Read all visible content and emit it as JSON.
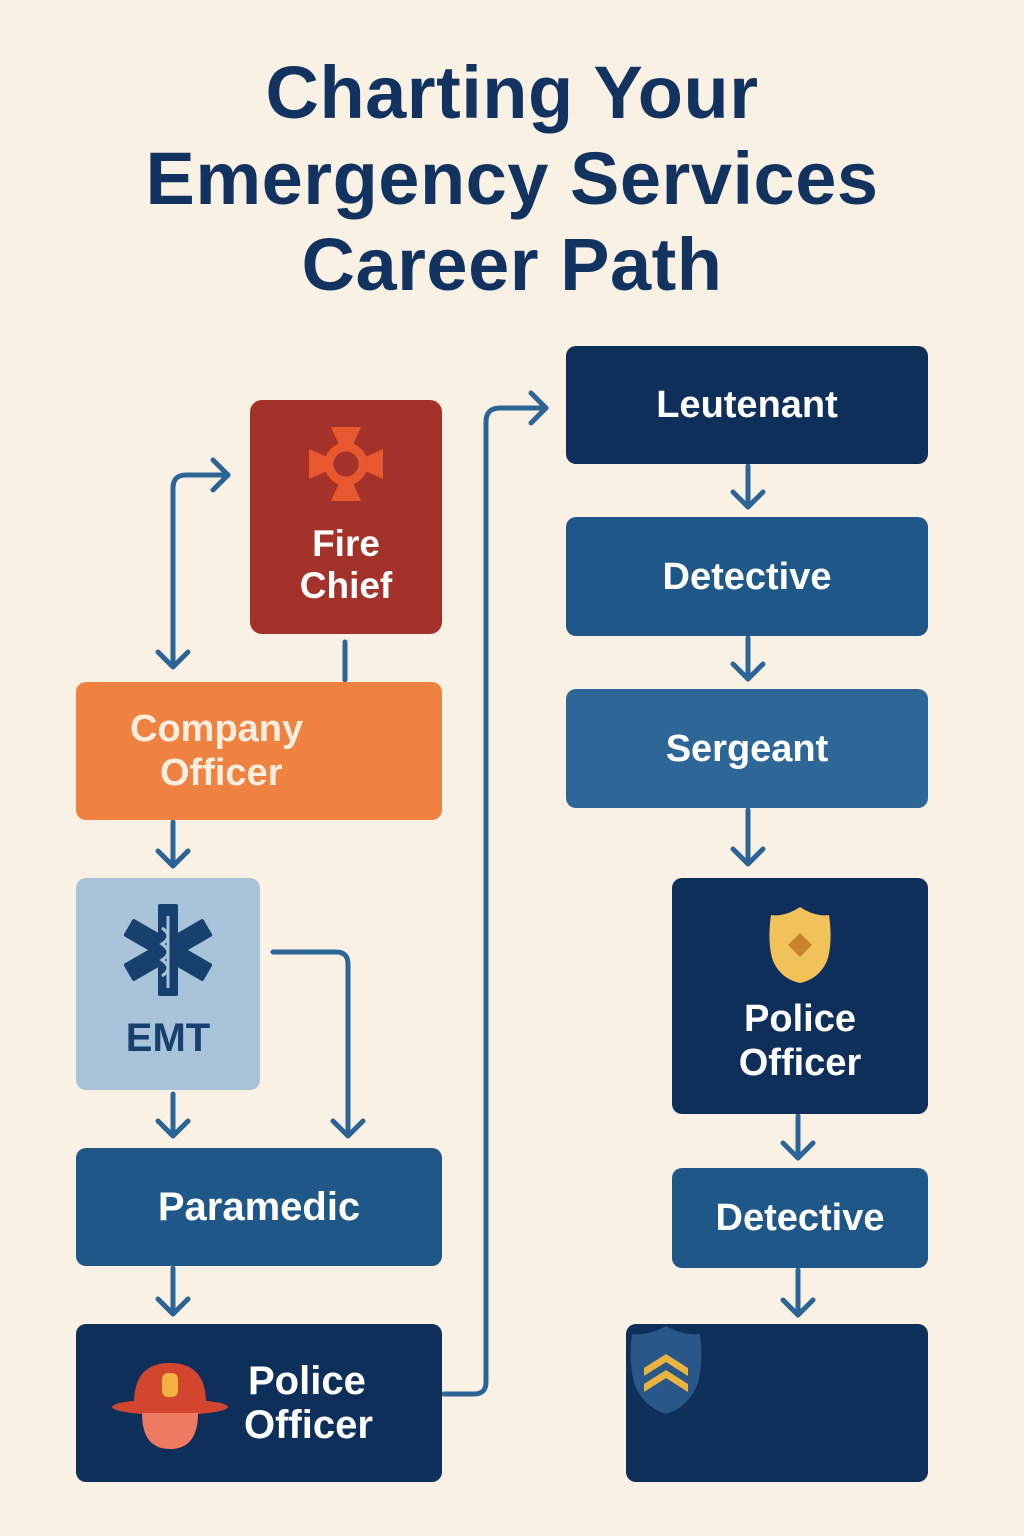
{
  "title": {
    "line1": "Charting Your",
    "line2": "Emergency Services",
    "line3": "Career Path"
  },
  "colors": {
    "background": "#f9f1e4",
    "title": "#12335f",
    "arrow": "#2c6496",
    "fire_chief": "#a2322a",
    "company_officer": "#ef8240",
    "emt": "#a9c4da",
    "paramedic": "#1f5888",
    "navy": "#0f2f5b",
    "detective": "#1f5888",
    "sergeant": "#2d6797"
  },
  "left_column": {
    "fire_chief": {
      "line1": "Fire",
      "line2": "Chief",
      "icon": "maltese-cross-icon"
    },
    "company_officer": {
      "line1": "Company",
      "line2": "Officer"
    },
    "emt": {
      "label": "EMT",
      "icon": "star-of-life-icon"
    },
    "paramedic": {
      "label": "Paramedic"
    },
    "police_officer": {
      "line1": "Police",
      "line2": "Officer",
      "icon": "fire-helmet-icon"
    }
  },
  "right_column": {
    "lieutenant": {
      "label": "Leutenant"
    },
    "detective_top": {
      "label": "Detective"
    },
    "sergeant": {
      "label": "Sergeant"
    },
    "police_officer": {
      "line1": "Police",
      "line2": "Officer",
      "icon": "police-badge-icon"
    },
    "detective_bottom": {
      "label": "Detective"
    },
    "rank_badge": {
      "icon": "chevron-rank-badge-icon"
    }
  }
}
